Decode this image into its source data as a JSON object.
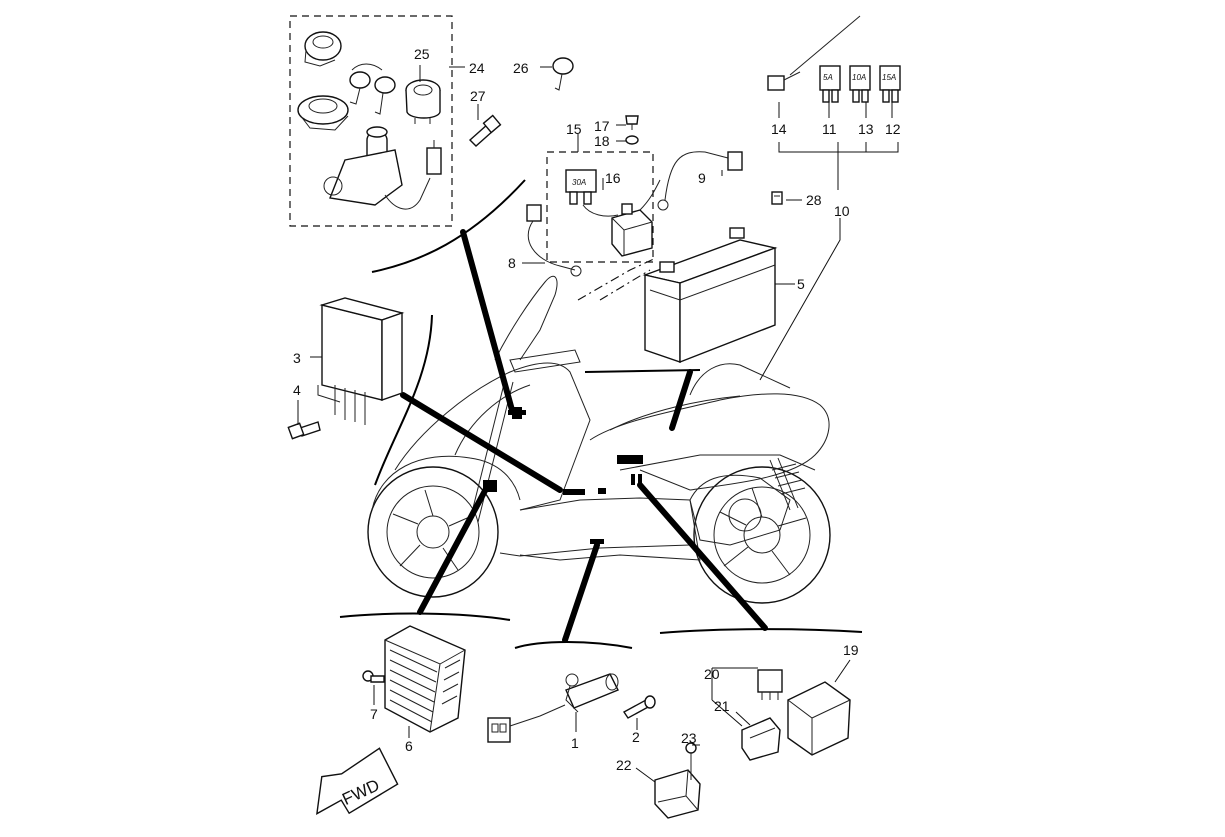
{
  "parts": [
    {
      "id": "p1",
      "label": "1"
    },
    {
      "id": "p2",
      "label": "2"
    },
    {
      "id": "p3",
      "label": "3"
    },
    {
      "id": "p4",
      "label": "4"
    },
    {
      "id": "p5",
      "label": "5"
    },
    {
      "id": "p6",
      "label": "6"
    },
    {
      "id": "p7",
      "label": "7"
    },
    {
      "id": "p8",
      "label": "8"
    },
    {
      "id": "p9",
      "label": "9"
    },
    {
      "id": "p10",
      "label": "10"
    },
    {
      "id": "p11",
      "label": "11"
    },
    {
      "id": "p12",
      "label": "12"
    },
    {
      "id": "p13",
      "label": "13"
    },
    {
      "id": "p14",
      "label": "14"
    },
    {
      "id": "p15",
      "label": "15"
    },
    {
      "id": "p16",
      "label": "16"
    },
    {
      "id": "p17",
      "label": "17"
    },
    {
      "id": "p18",
      "label": "18"
    },
    {
      "id": "p19",
      "label": "19"
    },
    {
      "id": "p20",
      "label": "20"
    },
    {
      "id": "p21",
      "label": "21"
    },
    {
      "id": "p22",
      "label": "22"
    },
    {
      "id": "p23",
      "label": "23"
    },
    {
      "id": "p24",
      "label": "24"
    },
    {
      "id": "p25",
      "label": "25"
    },
    {
      "id": "p26",
      "label": "26"
    },
    {
      "id": "p27",
      "label": "27"
    },
    {
      "id": "p28",
      "label": "28"
    }
  ],
  "fuses": {
    "fuse_11": "5A",
    "fuse_13": "10A",
    "fuse_12": "15A",
    "fuse_16": "30A"
  },
  "direction_badge": "FWD"
}
